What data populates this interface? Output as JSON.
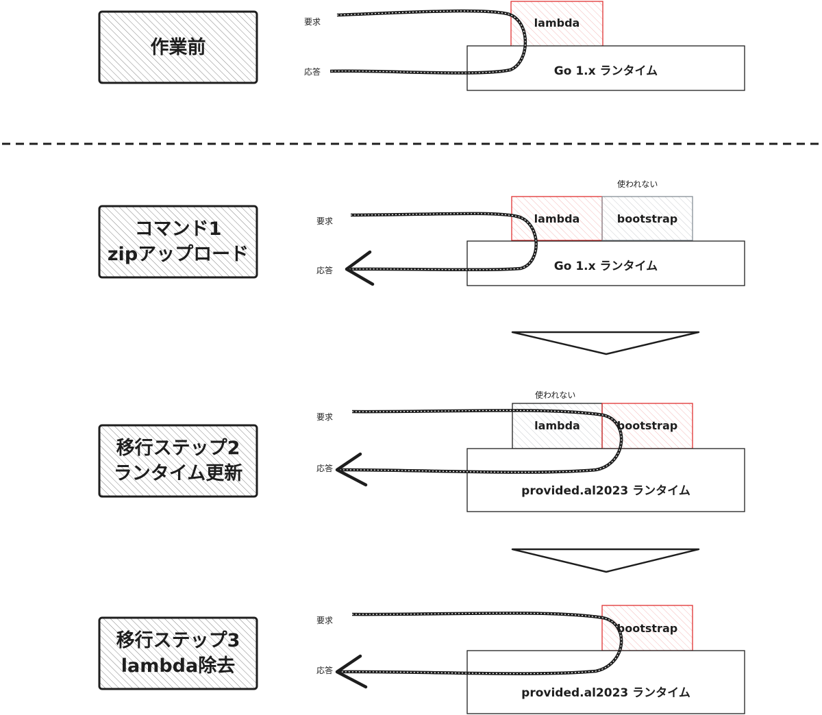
{
  "stages": [
    {
      "label": "作業前"
    },
    {
      "label": "コマンド1\nzipアップロード"
    },
    {
      "label": "移行ステップ2\nランタイム更新"
    },
    {
      "label": "移行ステップ3\nlambda除去"
    }
  ],
  "request_label": "要求",
  "response_label": "応答",
  "unused_label": "使われない",
  "lambda_label": "lambda",
  "bootstrap_label": "bootstrap",
  "runtime_go": "Go 1.x ランタイム",
  "runtime_al2023": "provided.al2023 ランタイム",
  "colors": {
    "stroke": "#1e1e1e",
    "active": "#e03131",
    "inactive": "#868e96"
  }
}
